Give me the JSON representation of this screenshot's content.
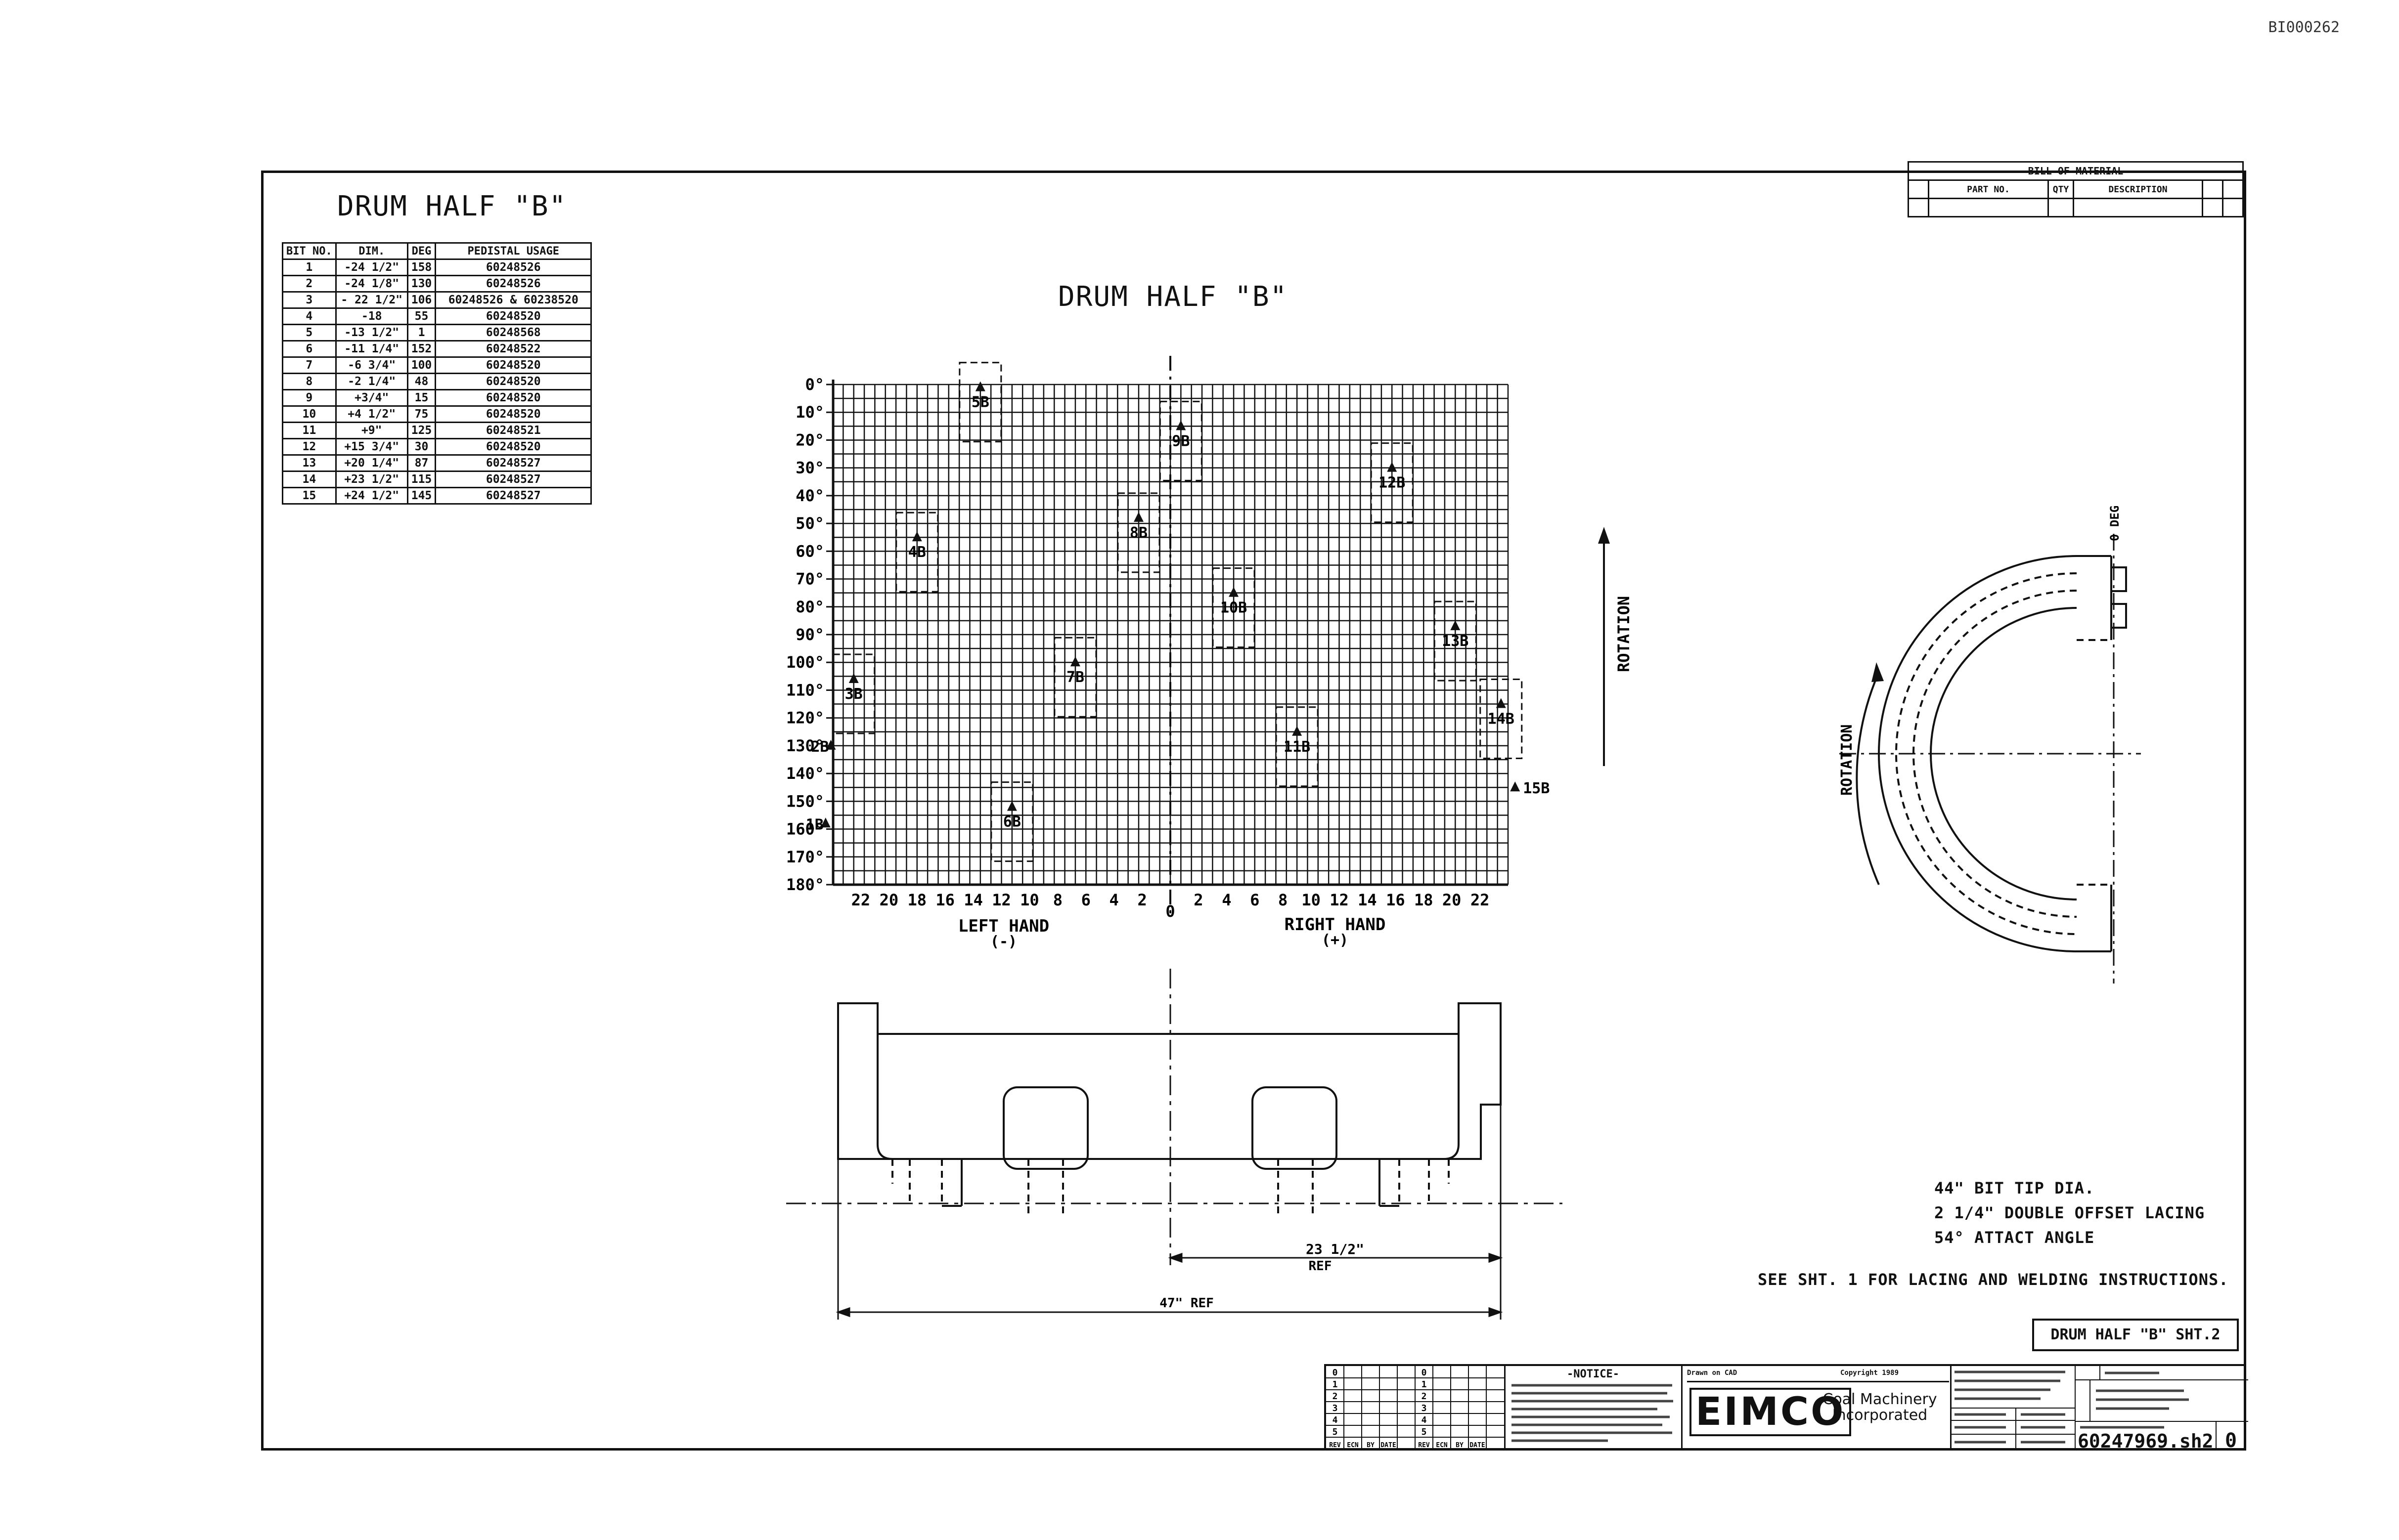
{
  "document_id": "BI000262",
  "page_title": "DRUM HALF \"B\"",
  "bit_table": {
    "headers": [
      "BIT NO.",
      "DIM.",
      "DEG",
      "PEDISTAL USAGE"
    ],
    "rows": [
      [
        "1",
        "-24 1/2\"",
        "158",
        "60248526"
      ],
      [
        "2",
        "-24 1/8\"",
        "130",
        "60248526"
      ],
      [
        "3",
        "- 22 1/2\"",
        "106",
        "60248526 & 60238520"
      ],
      [
        "4",
        "-18",
        "55",
        "60248520"
      ],
      [
        "5",
        "-13 1/2\"",
        "1",
        "60248568"
      ],
      [
        "6",
        "-11 1/4\"",
        "152",
        "60248522"
      ],
      [
        "7",
        "-6 3/4\"",
        "100",
        "60248520"
      ],
      [
        "8",
        "-2 1/4\"",
        "48",
        "60248520"
      ],
      [
        "9",
        "+3/4\"",
        "15",
        "60248520"
      ],
      [
        "10",
        "+4 1/2\"",
        "75",
        "60248520"
      ],
      [
        "11",
        "+9\"",
        "125",
        "60248521"
      ],
      [
        "12",
        "+15 3/4\"",
        "30",
        "60248520"
      ],
      [
        "13",
        "+20 1/4\"",
        "87",
        "60248527"
      ],
      [
        "14",
        "+23 1/2\"",
        "115",
        "60248527"
      ],
      [
        "15",
        "+24 1/2\"",
        "145",
        "60248527"
      ]
    ]
  },
  "bom": {
    "title": "BILL OF MATERIAL",
    "headers": [
      "PART NO.",
      "QTY",
      "DESCRIPTION"
    ]
  },
  "chart": {
    "title": "DRUM HALF \"B\"",
    "y_labels": [
      "0°",
      "10°",
      "20°",
      "30°",
      "40°",
      "50°",
      "60°",
      "70°",
      "80°",
      "90°",
      "100°",
      "110°",
      "120°",
      "130°",
      "140°",
      "150°",
      "160°",
      "170°",
      "180°"
    ],
    "x_labels_left": [
      "22",
      "20",
      "18",
      "16",
      "14",
      "12",
      "10",
      "8",
      "6",
      "4",
      "2"
    ],
    "x_label_center": "0",
    "x_labels_right": [
      "2",
      "4",
      "6",
      "8",
      "10",
      "12",
      "14",
      "16",
      "18",
      "20",
      "22"
    ],
    "left_hand_label": "LEFT HAND",
    "left_hand_sign": "(-)",
    "right_hand_label": "RIGHT HAND",
    "right_hand_sign": "(+)",
    "rotation_label": "ROTATION"
  },
  "chart_data": {
    "type": "scatter",
    "x_unit": "inches from center",
    "y_unit": "degrees",
    "xlim": [
      -24,
      24
    ],
    "ylim": [
      0,
      180
    ],
    "points": [
      {
        "label": "1B",
        "x": -24.5,
        "y": 158
      },
      {
        "label": "2B",
        "x": -24.125,
        "y": 130
      },
      {
        "label": "3B",
        "x": -22.5,
        "y": 106
      },
      {
        "label": "4B",
        "x": -18,
        "y": 55
      },
      {
        "label": "5B",
        "x": -13.5,
        "y": 1
      },
      {
        "label": "6B",
        "x": -11.25,
        "y": 152
      },
      {
        "label": "7B",
        "x": -6.75,
        "y": 100
      },
      {
        "label": "8B",
        "x": -2.25,
        "y": 48
      },
      {
        "label": "9B",
        "x": 0.75,
        "y": 15
      },
      {
        "label": "10B",
        "x": 4.5,
        "y": 75
      },
      {
        "label": "11B",
        "x": 9,
        "y": 125
      },
      {
        "label": "12B",
        "x": 15.75,
        "y": 30
      },
      {
        "label": "13B",
        "x": 20.25,
        "y": 87
      },
      {
        "label": "14B",
        "x": 23.5,
        "y": 115
      },
      {
        "label": "15B",
        "x": 24.5,
        "y": 145
      }
    ]
  },
  "section": {
    "dim_half": "23 1/2\"",
    "dim_half_ref": "REF",
    "dim_full": "47\" REF"
  },
  "side_view": {
    "deg_label": "0 DEG",
    "rotation_label": "ROTATION"
  },
  "notes": [
    "44\" BIT TIP DIA.",
    "2 1/4\" DOUBLE OFFSET LACING",
    "54° ATTACT ANGLE"
  ],
  "see_note": "SEE SHT. 1 FOR LACING AND WELDING INSTRUCTIONS.",
  "sheet_label": "DRUM HALF \"B\" SHT.2",
  "title_block": {
    "notice_title": "-NOTICE-",
    "revision_markers": [
      "0",
      "1",
      "2",
      "3",
      "4",
      "5"
    ],
    "revision_headers": [
      "REV",
      "ECN",
      "BY",
      "DATE"
    ],
    "drawn_on": "Drawn on CAD",
    "copyright": "Copyright 1989",
    "logo": "EIMCO",
    "company_line1": "Coal Machinery",
    "company_line2": "Incorporated",
    "drawing_no": "60247969.sh2",
    "rev": "0"
  }
}
